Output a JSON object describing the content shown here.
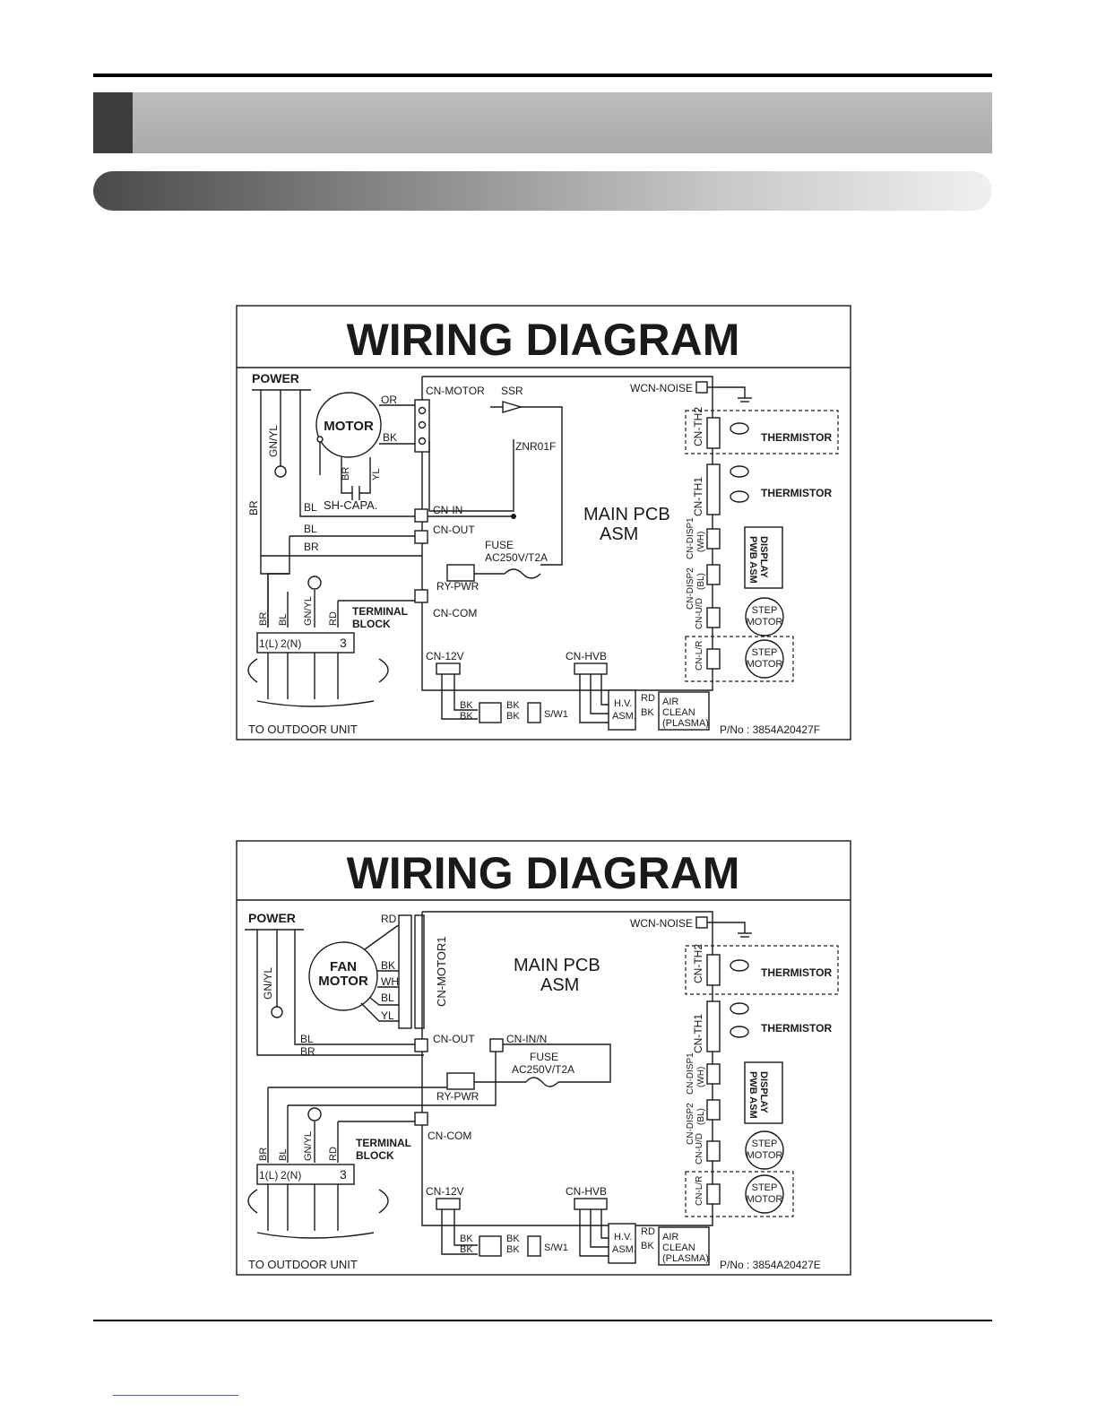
{
  "diagrams": [
    {
      "title": "WIRING DIAGRAM",
      "power": "POWER",
      "motor": [
        "MOTOR"
      ],
      "motor_wires": [
        "OR",
        "BK",
        "BR",
        "YL"
      ],
      "pcb_connectors": [
        "CN-MOTOR",
        "CN-IN",
        "CN-OUT",
        "CN-COM",
        "CN-12V",
        "CN-HVB",
        "RY-PWR"
      ],
      "parts": [
        "SSR",
        "ZNR01F",
        "SH-CAPA.",
        "FUSE",
        "AC250V/T2A"
      ],
      "main_pcb": [
        "MAIN PCB",
        "ASM"
      ],
      "right_connectors": [
        "WCN-NOISE",
        "CN-TH2",
        "CN-TH1",
        "CN-DISP1",
        "(WH)",
        "CN-DISP2",
        "(BL)",
        "CN-U/D",
        "CN-L/R"
      ],
      "thermistor": "THERMISTOR",
      "display": [
        "DISPLAY",
        "PWB ASM"
      ],
      "step_motor": [
        "STEP",
        "MOTOR"
      ],
      "terminal_block": [
        "TERMINAL",
        "BLOCK"
      ],
      "terminals": [
        "1(L)",
        "2(N)",
        "3"
      ],
      "wire_labels": [
        "GN/YL",
        "BR",
        "BL",
        "RD"
      ],
      "bottom_wires": [
        "BK",
        "BK",
        "BK",
        "BK"
      ],
      "switch": "S/W1",
      "hv": [
        "H.V.",
        "ASM."
      ],
      "hv_wires": [
        "RD",
        "BK"
      ],
      "air_clean": [
        "AIR",
        "CLEAN",
        "(PLASMA)"
      ],
      "outdoor": "TO OUTDOOR UNIT",
      "part_no": "P/No : 3854A20427F"
    },
    {
      "title": "WIRING DIAGRAM",
      "power": "POWER",
      "motor": [
        "FAN",
        "MOTOR"
      ],
      "motor_wires": [
        "RD",
        "BK",
        "WH",
        "BL",
        "YL"
      ],
      "pcb_connectors": [
        "CN-MOTOR1",
        "CN-OUT",
        "CN-IN/N",
        "CN-COM",
        "CN-12V",
        "CN-HVB",
        "RY-PWR"
      ],
      "parts": [
        "FUSE",
        "AC250V/T2A"
      ],
      "main_pcb": [
        "MAIN PCB",
        "ASM"
      ],
      "right_connectors": [
        "WCN-NOISE",
        "CN-TH2",
        "CN-TH1",
        "CN-DISP1",
        "(WH)",
        "CN-DISP2",
        "(BL)",
        "CN-U/D",
        "CN-L/R"
      ],
      "thermistor": "THERMISTOR",
      "display": [
        "DISPLAY",
        "PWB ASM"
      ],
      "step_motor": [
        "STEP",
        "MOTOR"
      ],
      "terminal_block": [
        "TERMINAL",
        "BLOCK"
      ],
      "terminals": [
        "1(L)",
        "2(N)",
        "3"
      ],
      "wire_labels": [
        "GN/YL",
        "BR",
        "BL",
        "RD"
      ],
      "bottom_wires": [
        "BK",
        "BK",
        "BK",
        "BK"
      ],
      "switch": "S/W1",
      "hv": [
        "H.V.",
        "ASM."
      ],
      "hv_wires": [
        "RD",
        "BK"
      ],
      "air_clean": [
        "AIR",
        "CLEAN",
        "(PLASMA)"
      ],
      "outdoor": "TO OUTDOOR UNIT",
      "part_no": "P/No : 3854A20427E"
    }
  ]
}
